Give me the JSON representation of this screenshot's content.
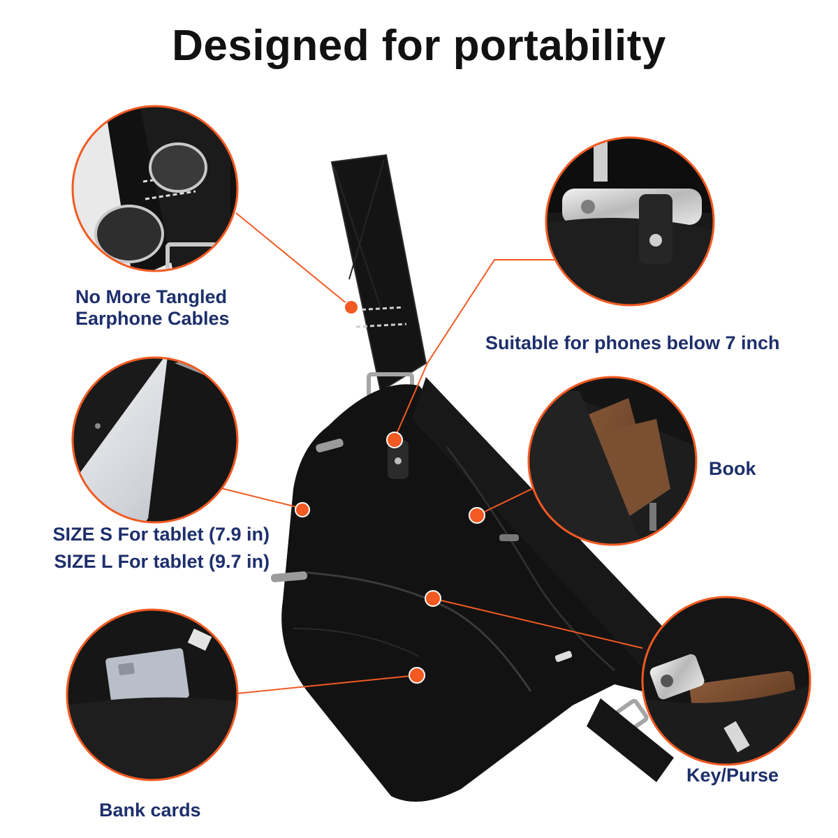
{
  "title": "Designed for portability",
  "colors": {
    "accent": "#f25a22",
    "bag": "#111111",
    "caption": "#1d2f6b",
    "title": "#111111"
  },
  "callouts": [
    {
      "id": "earphone",
      "caption_lines": [
        "No More Tangled",
        "Earphone Cables"
      ],
      "icon": "sunglasses-strap-detail"
    },
    {
      "id": "phone",
      "caption_lines": [
        "Suitable for phones below 7 inch"
      ],
      "icon": "phone-pocket-detail"
    },
    {
      "id": "tablet",
      "caption_lines": [
        "SIZE S For tablet (7.9 in)",
        "SIZE L For tablet (9.7 in)"
      ],
      "icon": "tablet-detail"
    },
    {
      "id": "book",
      "caption_lines": [
        "Book"
      ],
      "icon": "book-pocket-detail"
    },
    {
      "id": "key",
      "caption_lines": [
        "Key/Purse"
      ],
      "icon": "key-purse-detail"
    },
    {
      "id": "cards",
      "caption_lines": [
        "Bank cards"
      ],
      "icon": "bank-card-detail"
    }
  ]
}
